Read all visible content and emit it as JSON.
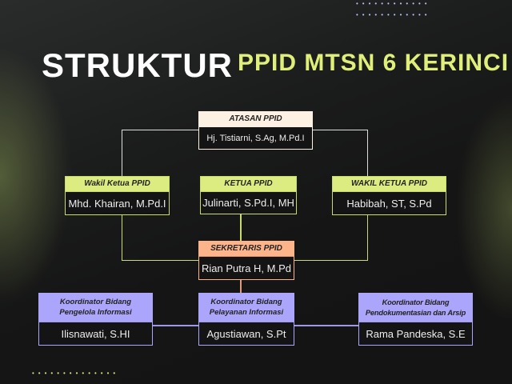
{
  "title": {
    "part1": "STRUKTUR",
    "part2": "PPID MTSN 6 KERINCI"
  },
  "colors": {
    "cream": "#fdf1e3",
    "lime": "#dcec80",
    "orange": "#fdb48b",
    "purple": "#aba6fb"
  },
  "nodes": {
    "atasan": {
      "role": "ATASAN PPID",
      "name": "Hj. Tistiarni, S.Ag, M.Pd.I"
    },
    "wakil1": {
      "role": "Wakil Ketua PPID",
      "name": "Mhd. Khairan, M.Pd.I"
    },
    "ketua": {
      "role": "KETUA PPID",
      "name": "Julinarti, S.Pd.I, MH"
    },
    "wakil2": {
      "role": "WAKIL KETUA PPID",
      "name": "Habibah, ST, S.Pd"
    },
    "sekretaris": {
      "role": "SEKRETARIS PPID",
      "name": "Rian Putra H, M.Pd"
    },
    "koord1": {
      "role": "Koordinator Bidang Pengelola Informasi",
      "name": "Ilisnawati, S.HI"
    },
    "koord2": {
      "role": "Koordinator Bidang Pelayanan Informasi",
      "name": "Agustiawan, S.Pt"
    },
    "koord3": {
      "role": "Koordinator Bidang Pendokumentasian dan Arsip",
      "name": "Rama Pandeska, S.E"
    }
  }
}
